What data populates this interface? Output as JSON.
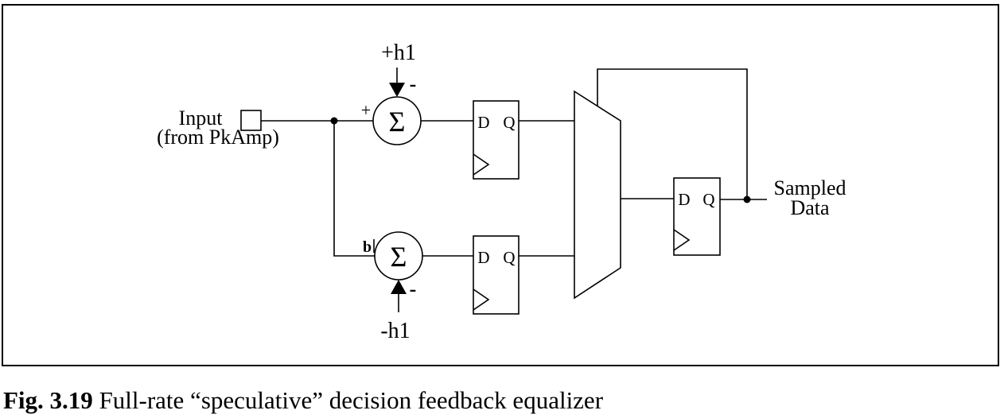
{
  "diagram": {
    "input_label_line1": "Input",
    "input_label_line2": "(from PkAmp)",
    "plus_h1": "+h1",
    "minus_h1": "-h1",
    "sum_symbol": "Σ",
    "minus_sign": "-",
    "plus_sign": "+",
    "bottom_input_mark": "b",
    "ff_d": "D",
    "ff_q": "Q",
    "output_label_line1": "Sampled",
    "output_label_line2": "Data"
  },
  "caption": {
    "number": "Fig. 3.19",
    "text": "Full-rate “speculative” decision feedback equalizer"
  }
}
